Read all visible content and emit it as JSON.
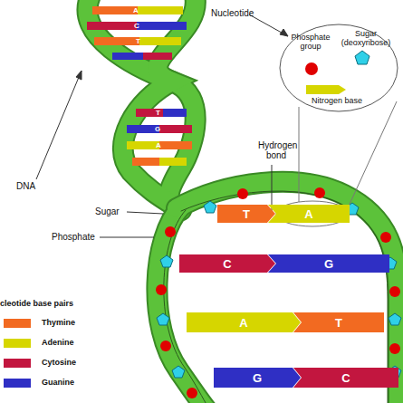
{
  "diagram": {
    "nodes": [
      {
        "text": [
          "Phosphate group",
          "Sugar (deoxyribose)",
          "Nitrogen base"
        ]
      },
      {
        "text": [
          "T"
        ]
      },
      {
        "text": [
          "A"
        ]
      },
      {
        "text": [
          "C"
        ]
      },
      {
        "text": [
          "G"
        ]
      },
      {
        "text": [
          "A"
        ]
      },
      {
        "text": [
          "T"
        ]
      },
      {
        "text": [
          "G"
        ]
      },
      {
        "text": [
          "C"
        ]
      }
    ],
    "labels": [
      "Nucleotide",
      "Hydrogen bond",
      "DNA",
      "Sugar",
      "Phosphate",
      "cleotide base pairs",
      "A",
      "C",
      "T",
      "T",
      "G",
      "A"
    ],
    "legend": [
      {
        "text": "Thymine",
        "color": "#f26a21"
      },
      {
        "text": "Adenine",
        "color": "#d6d600"
      },
      {
        "text": "Cytosine",
        "color": "#c2163f"
      },
      {
        "text": "Guanine",
        "color": "#2f2fc4"
      }
    ]
  }
}
